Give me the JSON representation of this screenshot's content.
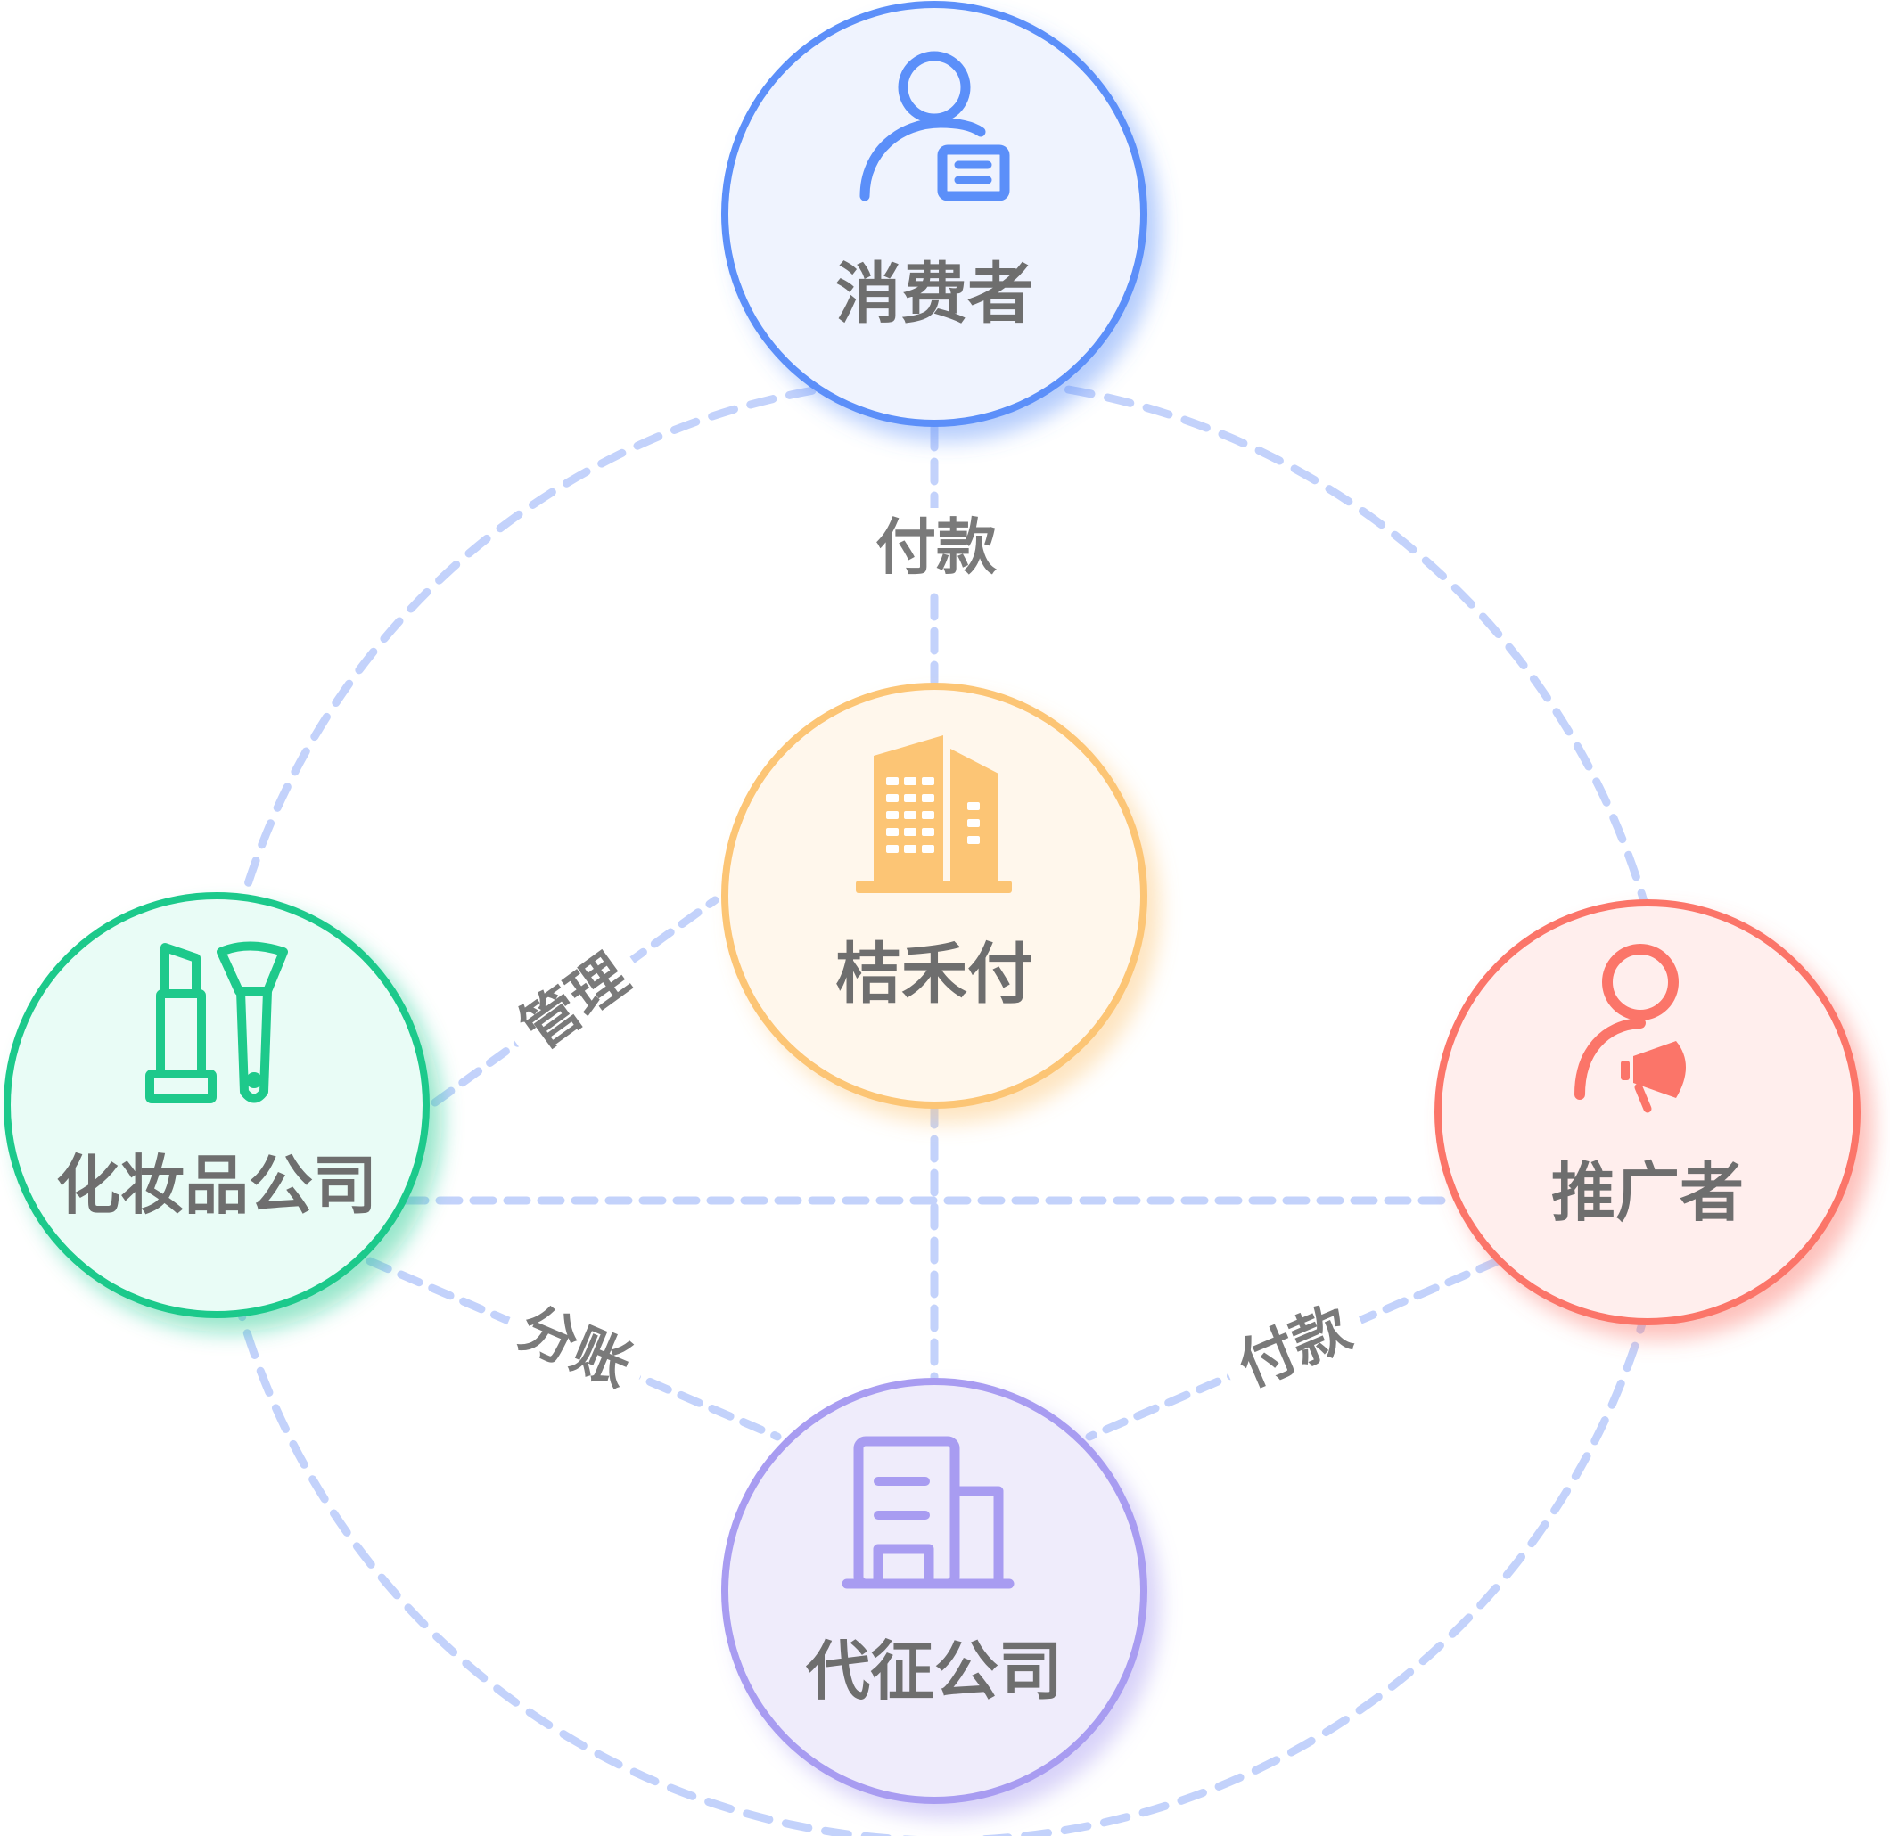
{
  "colors": {
    "connector": "#c3d2fb",
    "label_text": "#6e6e6e",
    "blue": "#5b8ff9",
    "orange": "#fcc575",
    "green": "#1ec98b",
    "red": "#fb7569",
    "purple": "#a89cf1"
  },
  "nodes": {
    "consumer": {
      "label": "消费者",
      "icon": "user-card-icon"
    },
    "platform": {
      "label": "桔禾付",
      "icon": "office-building-icon"
    },
    "cosmetics": {
      "label": "化妆品公司",
      "icon": "lipstick-brush-icon"
    },
    "promoter": {
      "label": "推广者",
      "icon": "user-megaphone-icon"
    },
    "agent": {
      "label": "代征公司",
      "icon": "company-building-icon"
    }
  },
  "edges": {
    "consumer_platform": {
      "label": "付款"
    },
    "cosmetics_platform": {
      "label": "管理"
    },
    "cosmetics_agent": {
      "label": "分账"
    },
    "promoter_agent": {
      "label": "付款"
    }
  }
}
